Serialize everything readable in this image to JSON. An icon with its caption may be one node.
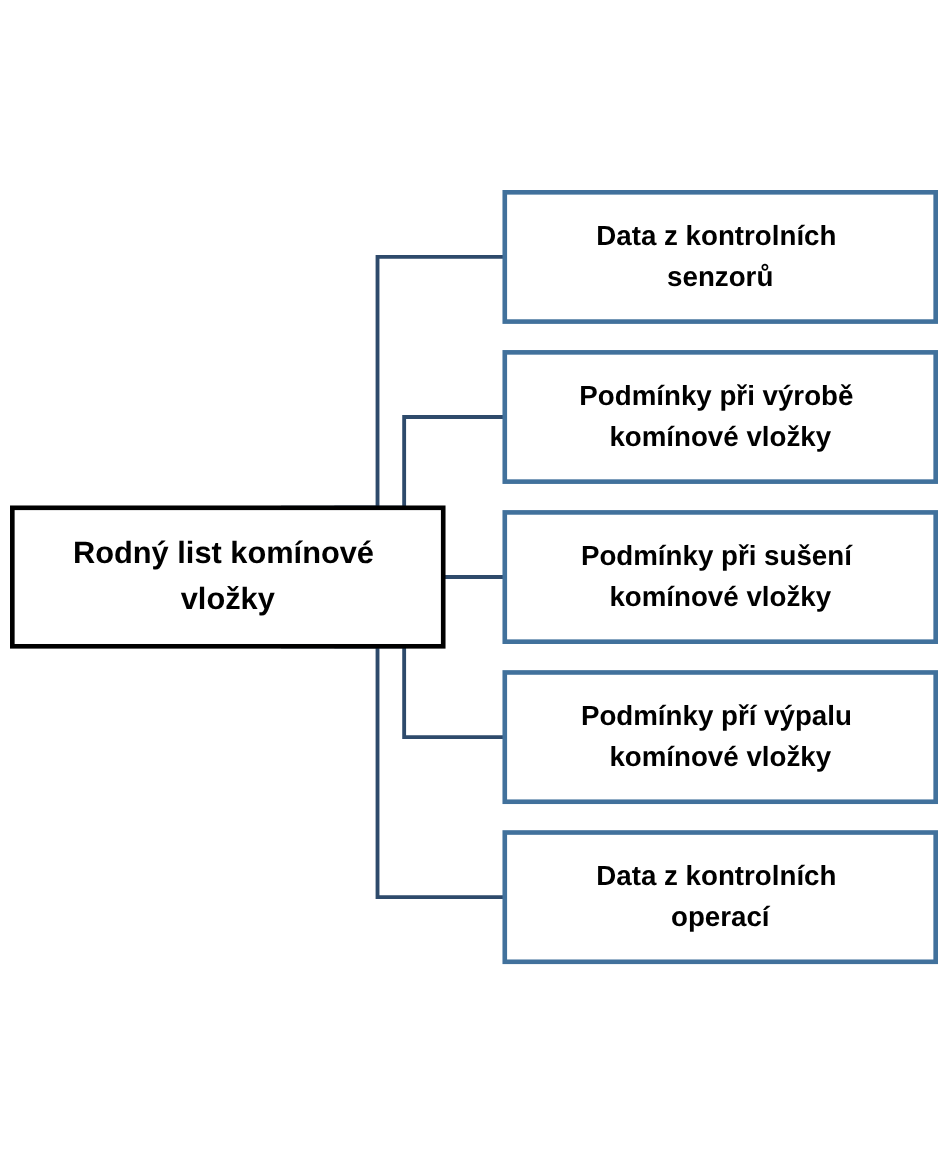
{
  "diagram": {
    "nodes": [
      {
        "text": [
          "Rodný list komínové vložky"
        ]
      },
      {
        "text": [
          "Data z kontrolních senzorů"
        ]
      },
      {
        "text": [
          "Podmínky při výrobě komínové vložky"
        ]
      },
      {
        "text": [
          "Podmínky při sušení komínové vložky"
        ]
      },
      {
        "text": [
          "Podmínky pří výpalu komínové vložky"
        ]
      },
      {
        "text": [
          "Data z kontrolních operací"
        ]
      }
    ],
    "edges": [
      {
        "from": 0,
        "to": 1,
        "arrow": "none"
      },
      {
        "from": 0,
        "to": 2,
        "arrow": "none"
      },
      {
        "from": 0,
        "to": 3,
        "arrow": "none"
      },
      {
        "from": 0,
        "to": 4,
        "arrow": "none"
      },
      {
        "from": 0,
        "to": 5,
        "arrow": "none"
      }
    ]
  }
}
